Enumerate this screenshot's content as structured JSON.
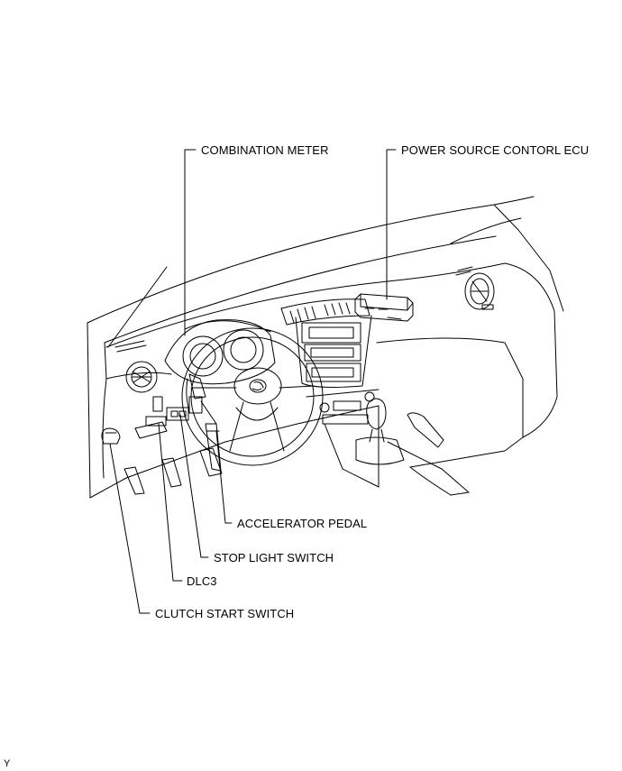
{
  "callouts": {
    "combination_meter": "COMBINATION METER",
    "power_source_ecu": "POWER SOURCE CONTORL ECU",
    "accelerator_pedal": "ACCELERATOR PEDAL",
    "stop_light_switch": "STOP LIGHT SWITCH",
    "dlc3": "DLC3",
    "clutch_start_switch": "CLUTCH START SWITCH"
  },
  "corner_mark": "Y",
  "colors": {
    "line": "#000000",
    "background": "#ffffff"
  }
}
